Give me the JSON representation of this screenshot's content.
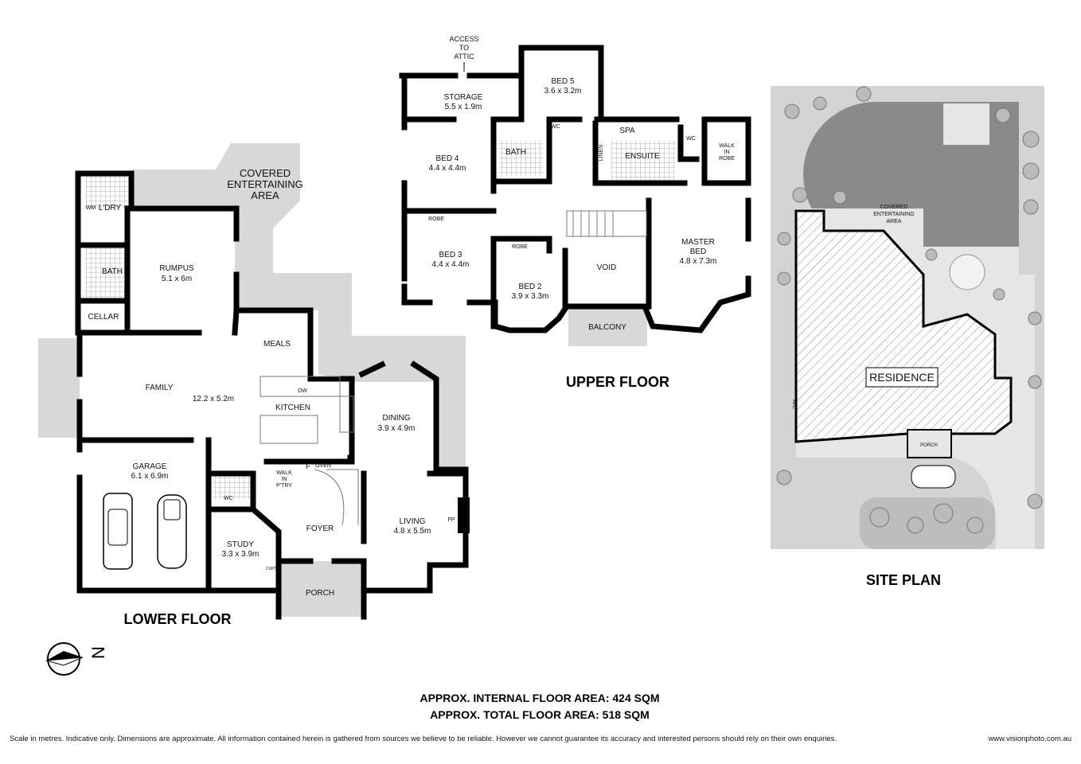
{
  "lower_floor": {
    "title": "LOWER FLOOR",
    "covered_area": [
      "COVERED",
      "ENTERTAINING",
      "AREA"
    ],
    "laundry": "L'DRY",
    "washing_machine": "WM",
    "bath": "BATH",
    "cellar": "CELLAR",
    "rumpus": {
      "name": "RUMPUS",
      "size": "5.1 x 6m"
    },
    "meals": "MEALS",
    "family": {
      "name": "FAMILY",
      "size": "12.2 x 5.2m"
    },
    "dishwasher": "DW",
    "kitchen": "KITCHEN",
    "dining": {
      "name": "DINING",
      "size": "3.9 x 4.9m"
    },
    "garage": {
      "name": "GARAGE",
      "size": "6.1 x 6.9m"
    },
    "wc": "WC",
    "pantry": [
      "WALK",
      "IN",
      "P'TRY"
    ],
    "fridge": "F",
    "oven": "OVEN",
    "foyer": "FOYER",
    "study": {
      "name": "STUDY",
      "size": "3.3 x 3.9m"
    },
    "cupboard": "CUPS",
    "living": {
      "name": "LIVING",
      "size": "4.8 x 5.5m"
    },
    "fireplace": "FP",
    "porch": "PORCH"
  },
  "upper_floor": {
    "title": "UPPER FLOOR",
    "attic_access": [
      "ACCESS",
      "TO",
      "ATTIC"
    ],
    "storage": {
      "name": "STORAGE",
      "size": "5.5 x 1.9m"
    },
    "bed5": {
      "name": "BED 5",
      "size": "3.6 x 3.2m"
    },
    "bed4": {
      "name": "BED 4",
      "size": "4.4 x 4.4m"
    },
    "robe": "ROBE",
    "bath": "BATH",
    "wc": "WC",
    "linen": "LINEN",
    "spa": "SPA",
    "ensuite": "ENSUITE",
    "walk_in_robe": [
      "WALK",
      "IN",
      "ROBE"
    ],
    "bed3": {
      "name": "BED 3",
      "size": "4.4 x 4.4m"
    },
    "bed2": {
      "name": "BED 2",
      "size": "3.9 x 3.3m"
    },
    "void": "VOID",
    "master": {
      "name": [
        "MASTER",
        "BED"
      ],
      "size": "4.8 x 7.3m"
    },
    "balcony": "BALCONY"
  },
  "site_plan": {
    "title": "SITE PLAN",
    "covered_area": [
      "COVERED",
      "ENTERTAINING",
      "AREA"
    ],
    "residence": "RESIDENCE",
    "porch": "PORCH",
    "ac": "A/C",
    "colors": {
      "ground": "#d4d4d4",
      "pool_lawn": "#8a8a8a",
      "paving": "#e6e6e6"
    }
  },
  "compass": {
    "letter": "N"
  },
  "footer": {
    "internal_area": "APPROX. INTERNAL FLOOR AREA: 424 SQM",
    "total_area": "APPROX. TOTAL FLOOR AREA: 518 SQM",
    "disclaimer": "Scale in metres. Indicative only. Dimensions are approximate. All information contained herein is gathered from sources we believe to be reliable. However we cannot guarantee its accuracy and interested persons should rely on their own enquiries.",
    "website": "www.visionphoto.com.au"
  }
}
